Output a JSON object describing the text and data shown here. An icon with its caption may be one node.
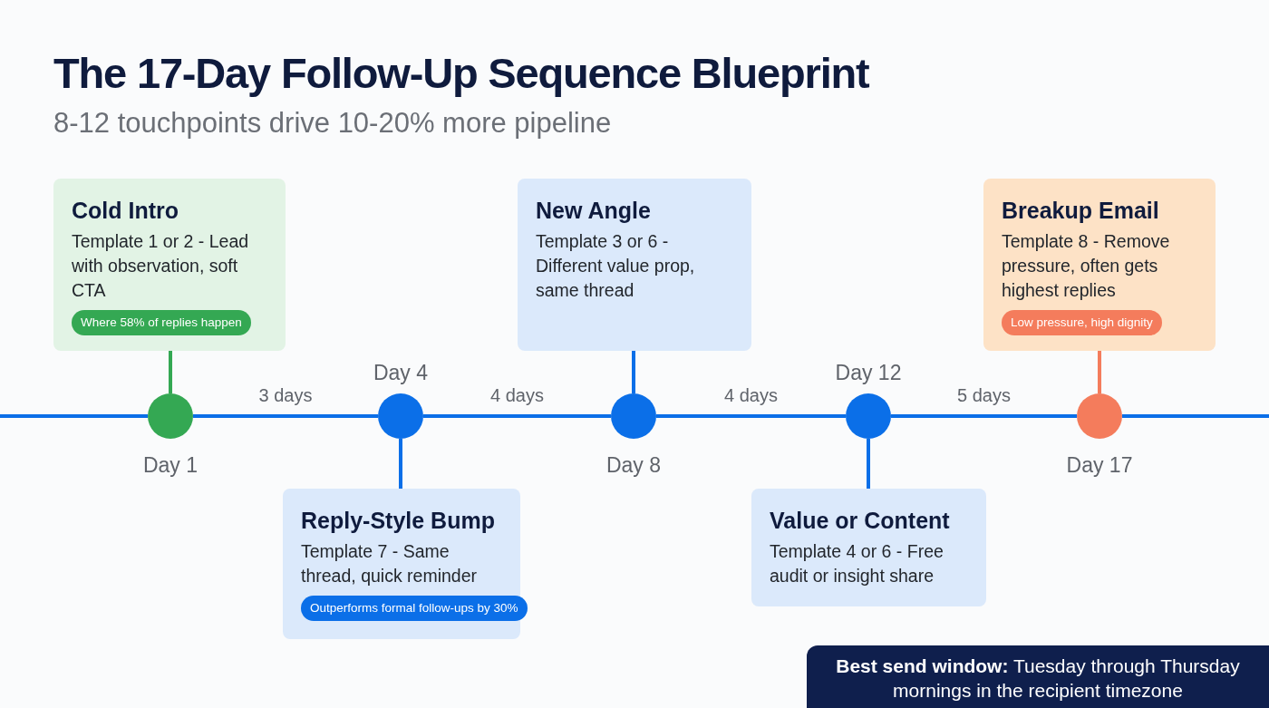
{
  "diagram": {
    "title": "The 17-Day Follow-Up Sequence Blueprint",
    "nodes": [
      {
        "text": [
          "Cold Intro",
          "Template 1 or 2 - Lead with observation, soft CTA",
          "Where 58% of replies happen"
        ]
      },
      {
        "text": [
          "Reply-Style Bump",
          "Template 7 - Same thread, quick reminder",
          "Outperforms formal follow-ups by 30%"
        ]
      },
      {
        "text": [
          "New Angle",
          "Template 3 or 6 - Different value prop, same thread"
        ]
      },
      {
        "text": [
          "Value or Content",
          "Template 4 or 6 - Free audit or insight share"
        ]
      },
      {
        "text": [
          "Breakup Email",
          "Template 8 - Remove pressure, often gets highest replies",
          "Low pressure, high dignity"
        ]
      },
      {
        "text": [],
        "shape": "circle",
        "beside": [
          "Day 1"
        ]
      },
      {
        "text": [],
        "shape": "circle",
        "beside": [
          "Day 4"
        ]
      },
      {
        "text": [],
        "shape": "circle",
        "beside": [
          "Day 8"
        ]
      },
      {
        "text": [],
        "shape": "circle",
        "beside": [
          "Day 12"
        ]
      },
      {
        "text": [],
        "shape": "circle",
        "beside": [
          "Day 17"
        ]
      },
      {
        "text": [
          "**Best send window:** Tuesday through Thursday mornings in the recipient timezone"
        ]
      }
    ],
    "edges": [
      {
        "from": null,
        "to": 5,
        "arrow": "none"
      },
      {
        "from": 5,
        "to": 6,
        "arrow": "none",
        "label": "3 days"
      },
      {
        "from": 6,
        "to": 7,
        "arrow": "none",
        "label": "4 days"
      },
      {
        "from": 7,
        "to": 8,
        "arrow": "none",
        "label": "4 days"
      },
      {
        "from": 8,
        "to": 9,
        "arrow": "none",
        "label": "5 days"
      },
      {
        "from": 9,
        "to": null,
        "arrow": "none"
      },
      {
        "from": 0,
        "to": 5,
        "arrow": "none",
        "color": "#34a853"
      },
      {
        "from": 1,
        "to": 6,
        "arrow": "none"
      },
      {
        "from": 2,
        "to": 7,
        "arrow": "none"
      },
      {
        "from": 3,
        "to": 8,
        "arrow": "none"
      },
      {
        "from": 4,
        "to": 9,
        "arrow": "none",
        "color": "#f47c5c"
      }
    ],
    "labels": [
      "8-12 touchpoints drive 10-20% more pipeline"
    ]
  }
}
